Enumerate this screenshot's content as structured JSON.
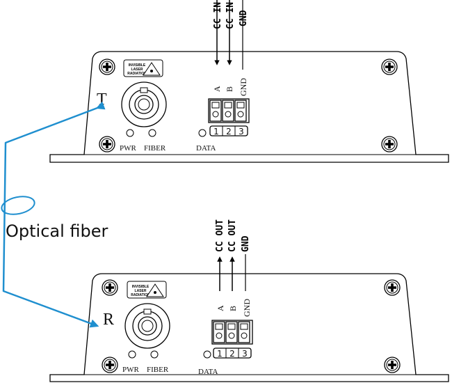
{
  "transmitter": {
    "unit_label": "T",
    "laser_warning": [
      "INVISIBLE",
      "LASER",
      "RADIATION"
    ],
    "led_labels": {
      "pwr": "PWR",
      "fiber": "FIBER",
      "data": "DATA"
    },
    "terminal_labels": [
      "A",
      "B",
      "GND"
    ],
    "terminal_numbers": [
      "1",
      "2",
      "3"
    ],
    "wire_labels": [
      "CC IN",
      "CC IN",
      "GND"
    ]
  },
  "receiver": {
    "unit_label": "R",
    "laser_warning": [
      "INVISIBLE",
      "LASER",
      "RADIATION"
    ],
    "led_labels": {
      "pwr": "PWR",
      "fiber": "FIBER",
      "data": "DATA"
    },
    "terminal_labels": [
      "A",
      "B",
      "GND"
    ],
    "terminal_numbers": [
      "1",
      "2",
      "3"
    ],
    "wire_labels": [
      "CC OUT",
      "CC OUT",
      "GND"
    ]
  },
  "fiber": {
    "label": "Optical fiber",
    "color": "#1f8fcf"
  }
}
